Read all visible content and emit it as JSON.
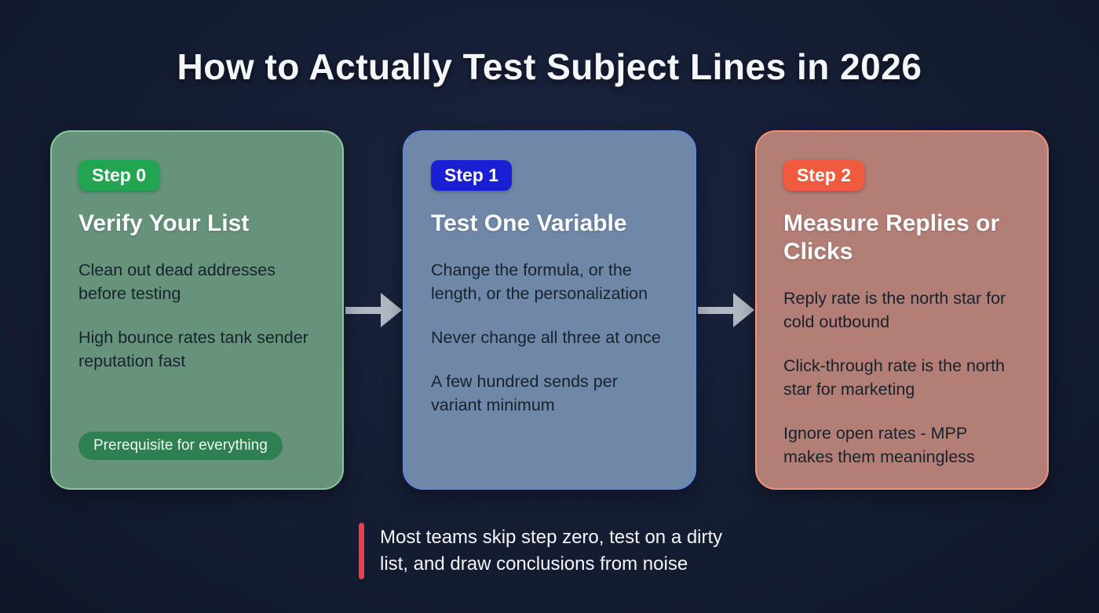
{
  "title": "How to Actually Test Subject Lines in 2026",
  "cards": [
    {
      "badge": "Step 0",
      "title": "Verify Your List",
      "paragraphs": [
        "Clean out dead addresses before testing",
        "High bounce rates tank sender reputation fast"
      ],
      "tag": "Prerequisite for everything",
      "colors": {
        "bg": "#67937b",
        "border": "#8cc79c",
        "badge_bg": "#21a551",
        "tag_bg": "#2e7f51"
      }
    },
    {
      "badge": "Step 1",
      "title": "Test One Variable",
      "paragraphs": [
        "Change the formula, or the length, or the personalization",
        "Never change all three at once",
        "A few hundred sends per variant minimum"
      ],
      "colors": {
        "bg": "#7088a8",
        "border": "#5c89dd",
        "badge_bg": "#1a1fd4"
      }
    },
    {
      "badge": "Step 2",
      "title": "Measure Replies or Clicks",
      "paragraphs": [
        "Reply rate is the north star for cold outbound",
        "Click-through rate is the north star for marketing",
        "Ignore open rates - MPP makes them meaningless"
      ],
      "colors": {
        "bg": "#b37e75",
        "border": "#f09378",
        "badge_bg": "#ee5b3d"
      }
    }
  ],
  "arrow_color": "#b2b8c2",
  "footer": {
    "note": "Most teams skip step zero, test on a dirty list, and draw conclusions from noise",
    "bar_color": "#e8414d"
  }
}
